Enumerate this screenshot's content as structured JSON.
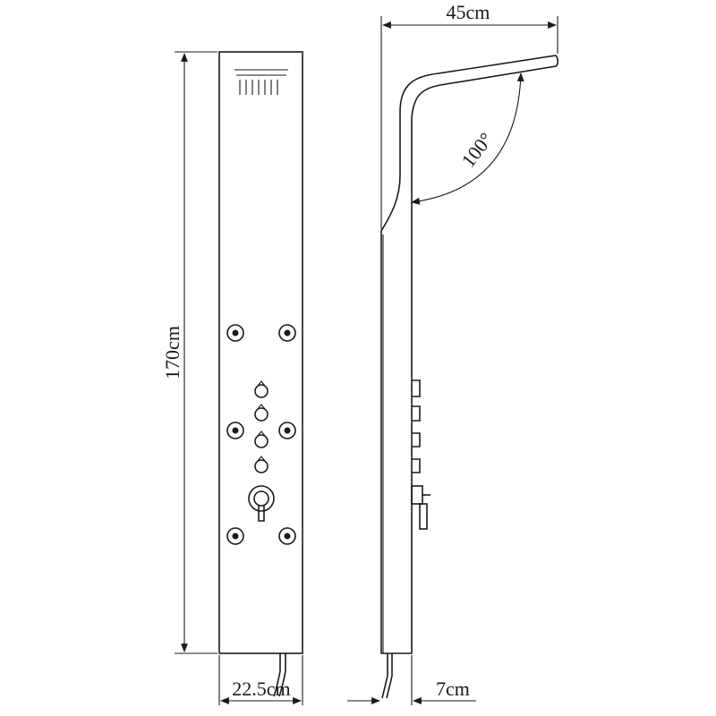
{
  "dimensions": {
    "height": "170cm",
    "width_front": "22.5cm",
    "depth_top": "45cm",
    "depth_body": "7cm",
    "angle": "100°"
  },
  "colors": {
    "line": "#1a1a1a",
    "background": "#ffffff"
  }
}
